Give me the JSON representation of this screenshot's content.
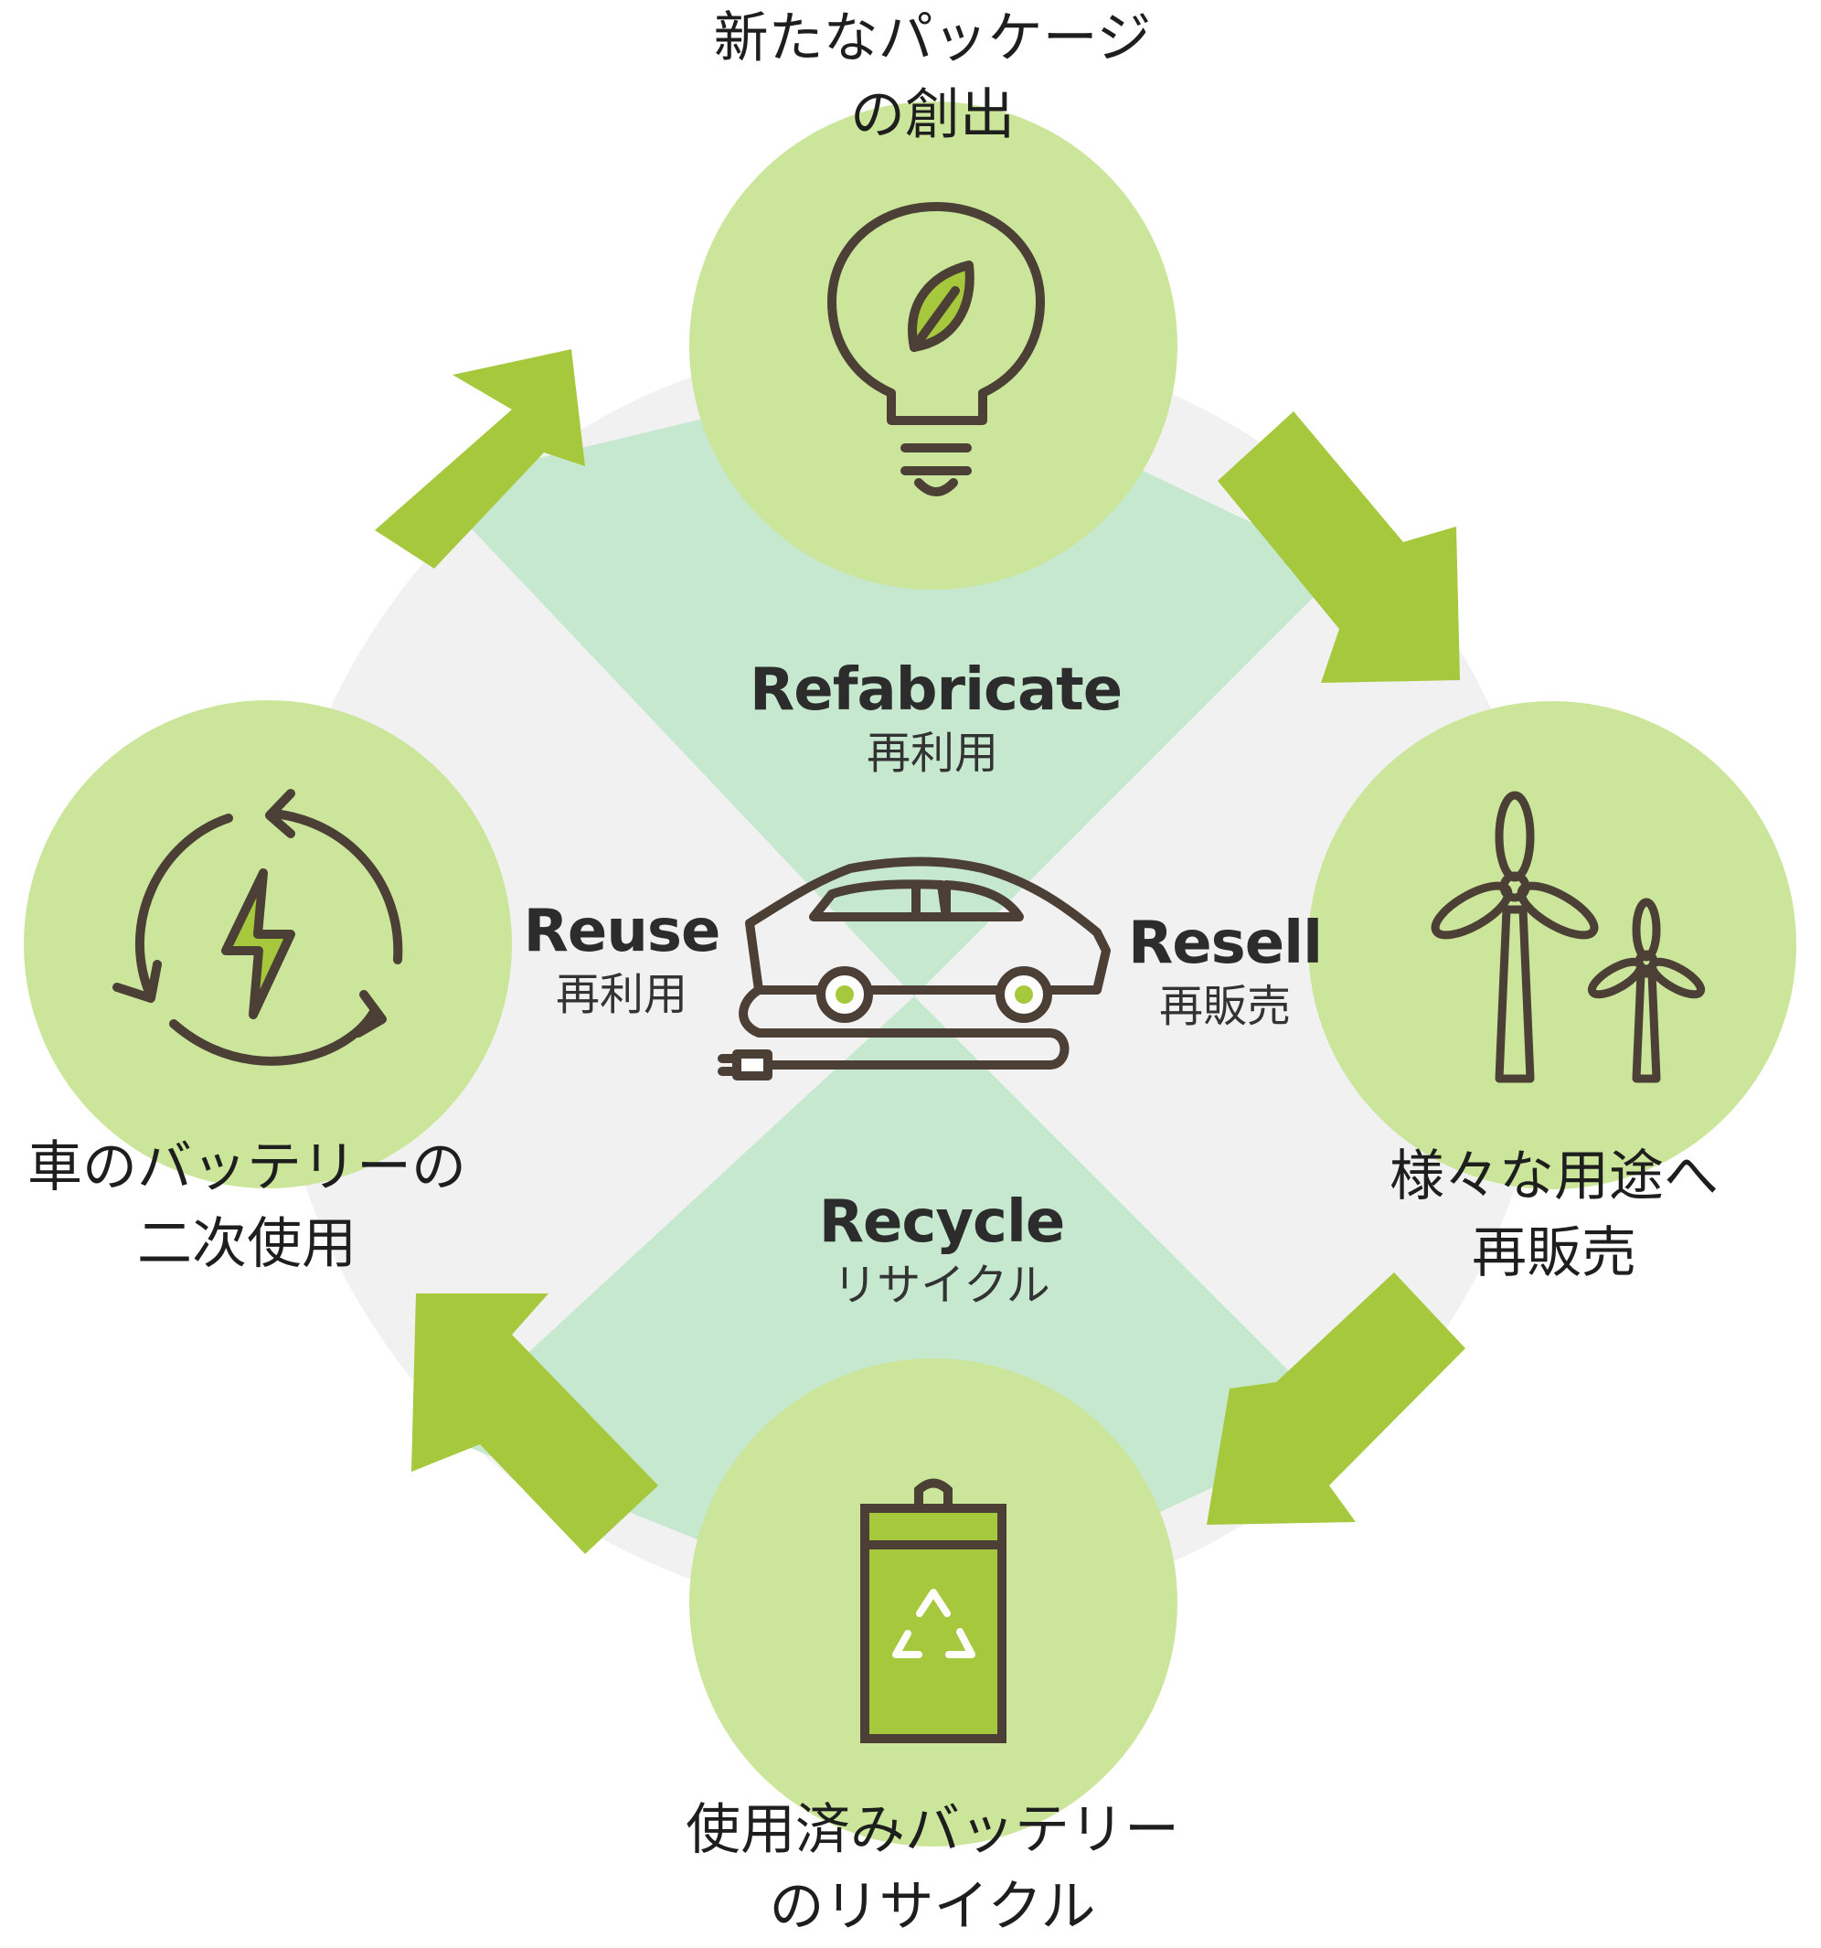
{
  "colors": {
    "grey_circle": "#f1f1f1",
    "x_band": "#c6e8cf",
    "node_circle": "#cbe69b",
    "arrow": "#a6c83d",
    "icon_stroke": "#4b3f36",
    "icon_fill": "#a6c83d",
    "text": "#1e1e1e"
  },
  "nodes": {
    "top": {
      "icon": "lightbulb-leaf-icon",
      "line1": "新たなパッケージ",
      "line2": "の創出"
    },
    "right": {
      "icon": "wind-turbines-icon",
      "line1": "様々な用途へ",
      "line2": "再販売"
    },
    "bottom": {
      "icon": "recycle-battery-icon",
      "line1": "使用済みバッテリー",
      "line2": "のリサイクル"
    },
    "left": {
      "icon": "battery-cycle-bolt-icon",
      "line1": "車のバッテリーの",
      "line2": "二次使用"
    }
  },
  "center": {
    "icon": "electric-car-icon",
    "refabricate": {
      "en": "Refabricate",
      "jp": "再利用"
    },
    "reuse": {
      "en": "Reuse",
      "jp": "再利用"
    },
    "resell": {
      "en": "Resell",
      "jp": "再販売"
    },
    "recycle": {
      "en": "Recycle",
      "jp": "リサイクル"
    }
  }
}
